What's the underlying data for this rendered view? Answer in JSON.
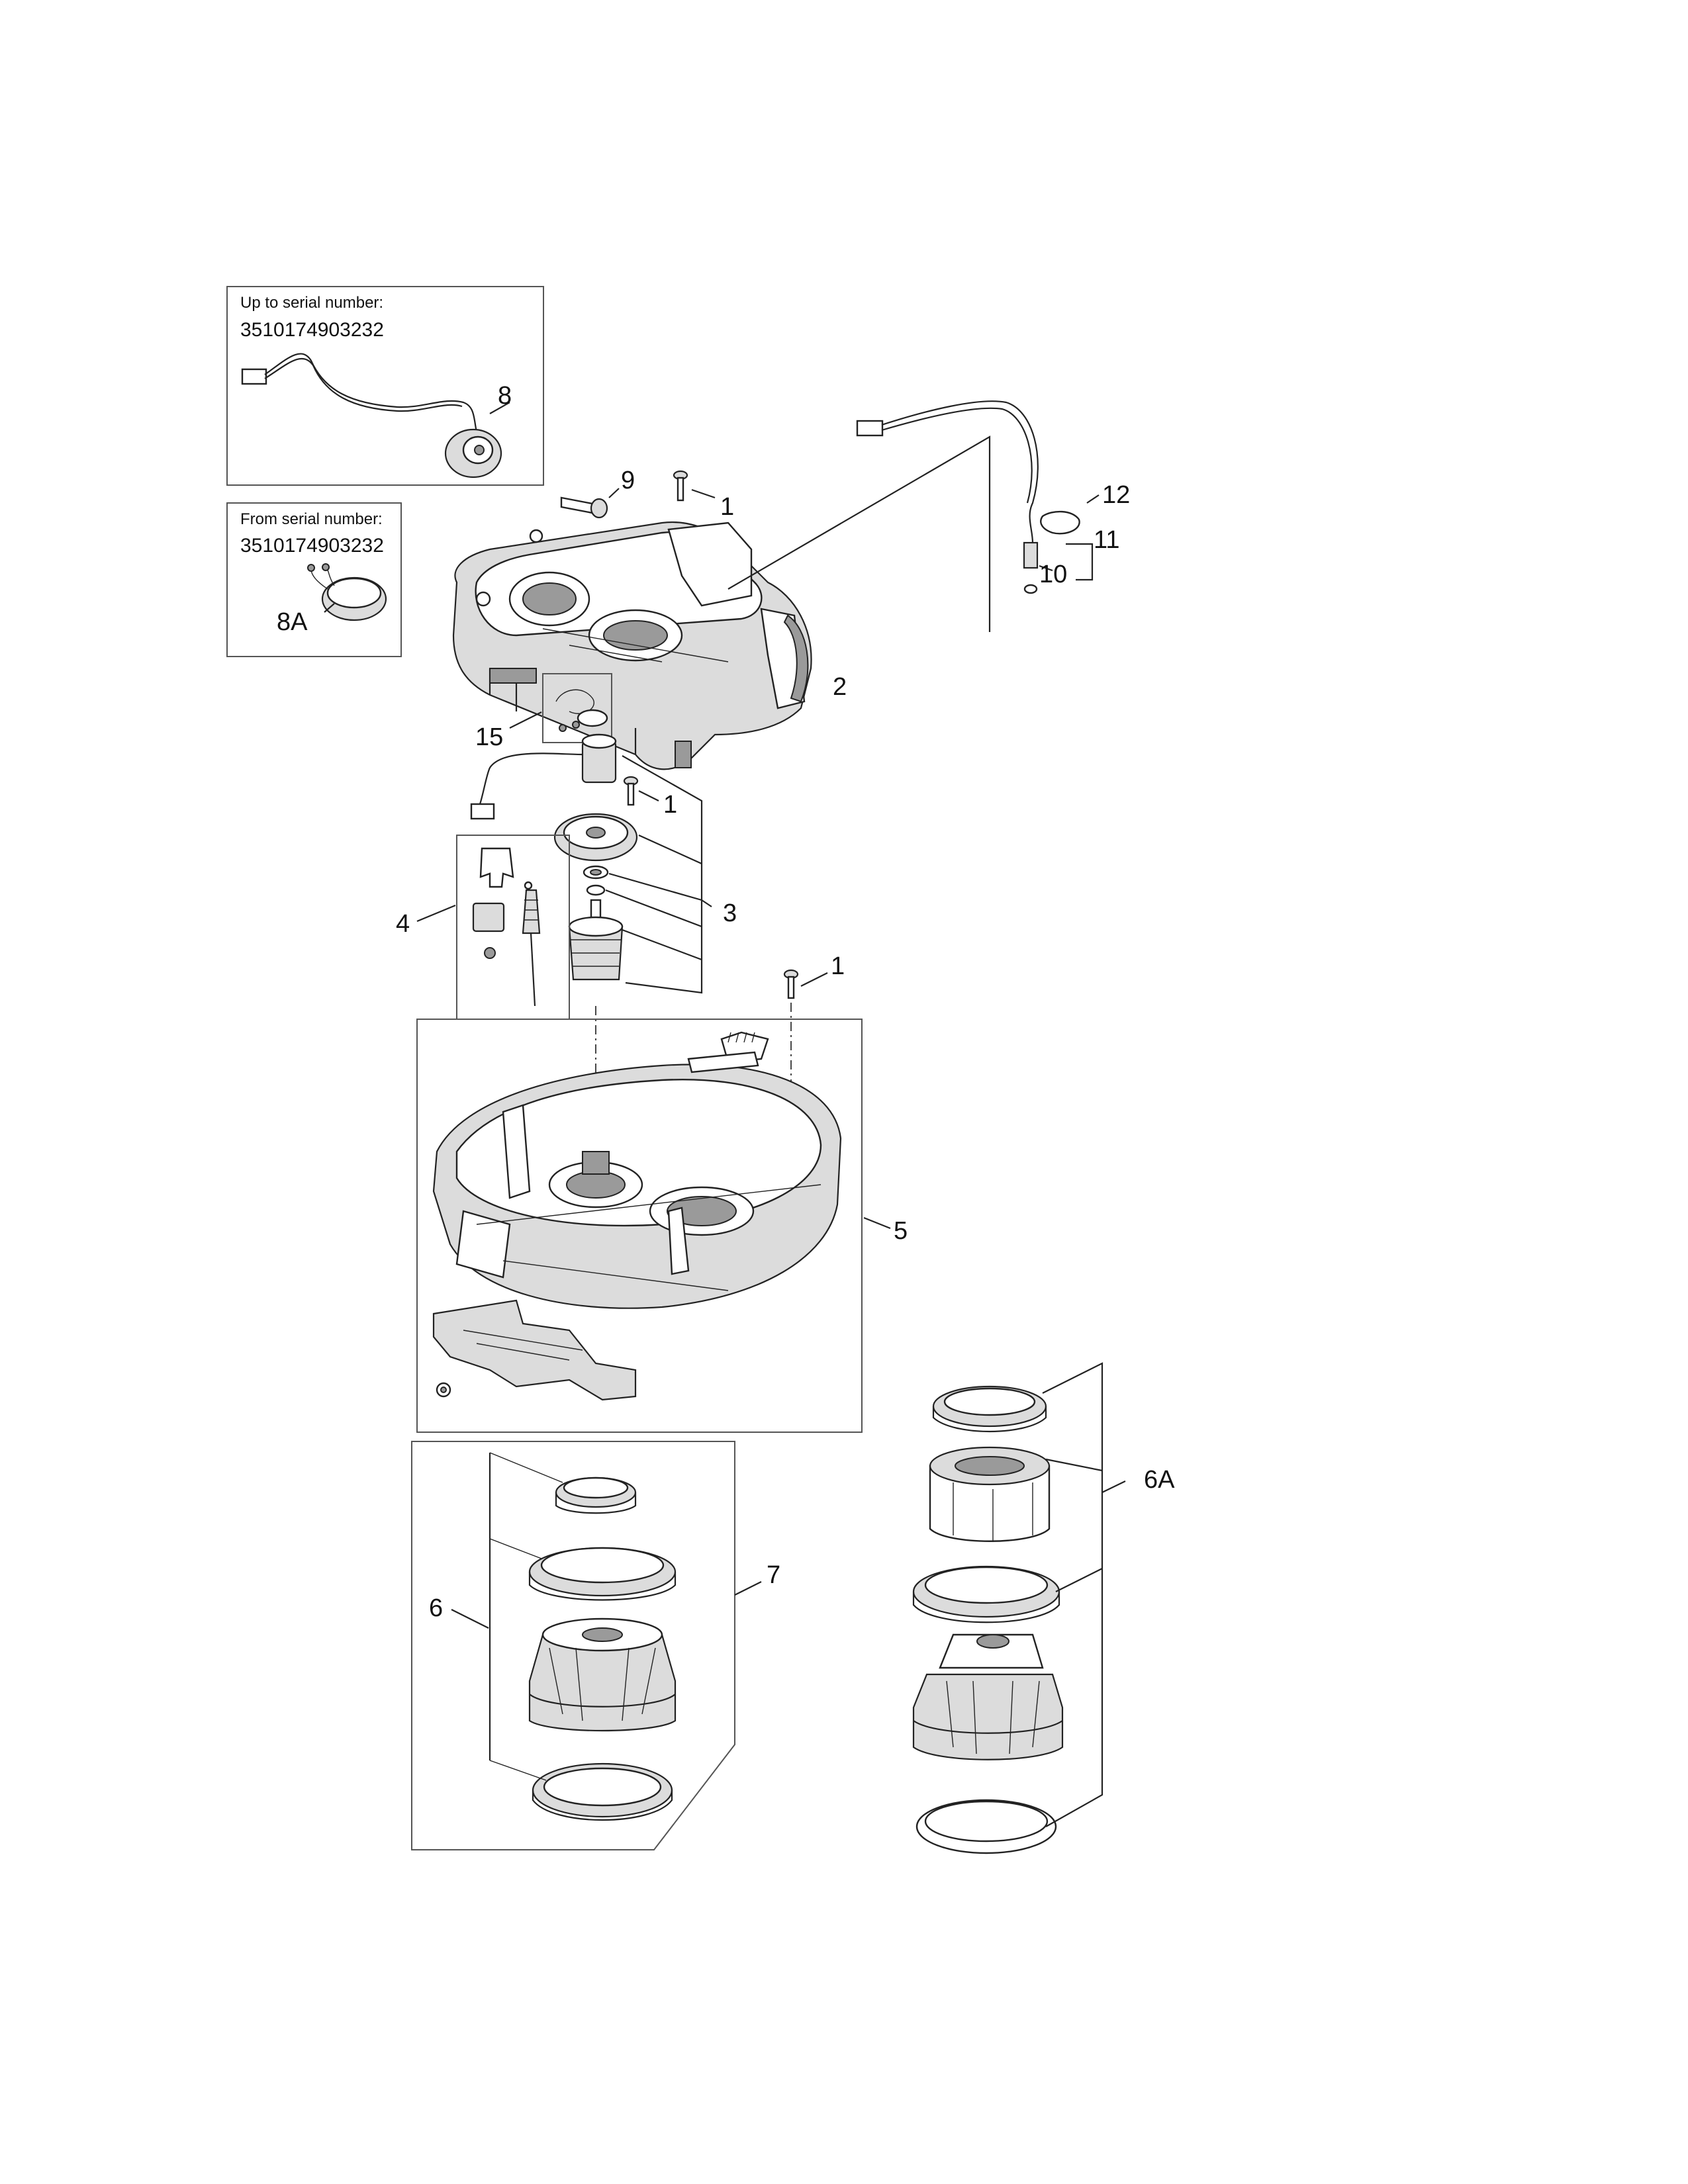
{
  "inset_top": {
    "caption": "Up to serial number:",
    "serial": "3510174903232"
  },
  "inset_bottom": {
    "caption": "From serial number:",
    "serial": "3510174903232"
  },
  "callouts": {
    "c1a": "1",
    "c1b": "1",
    "c1c": "1",
    "c2": "2",
    "c3": "3",
    "c4": "4",
    "c5": "5",
    "c6": "6",
    "c6a": "6A",
    "c7": "7",
    "c8": "8",
    "c8a": "8A",
    "c9": "9",
    "c10": "10",
    "c11": "11",
    "c12": "12",
    "c15": "15"
  }
}
